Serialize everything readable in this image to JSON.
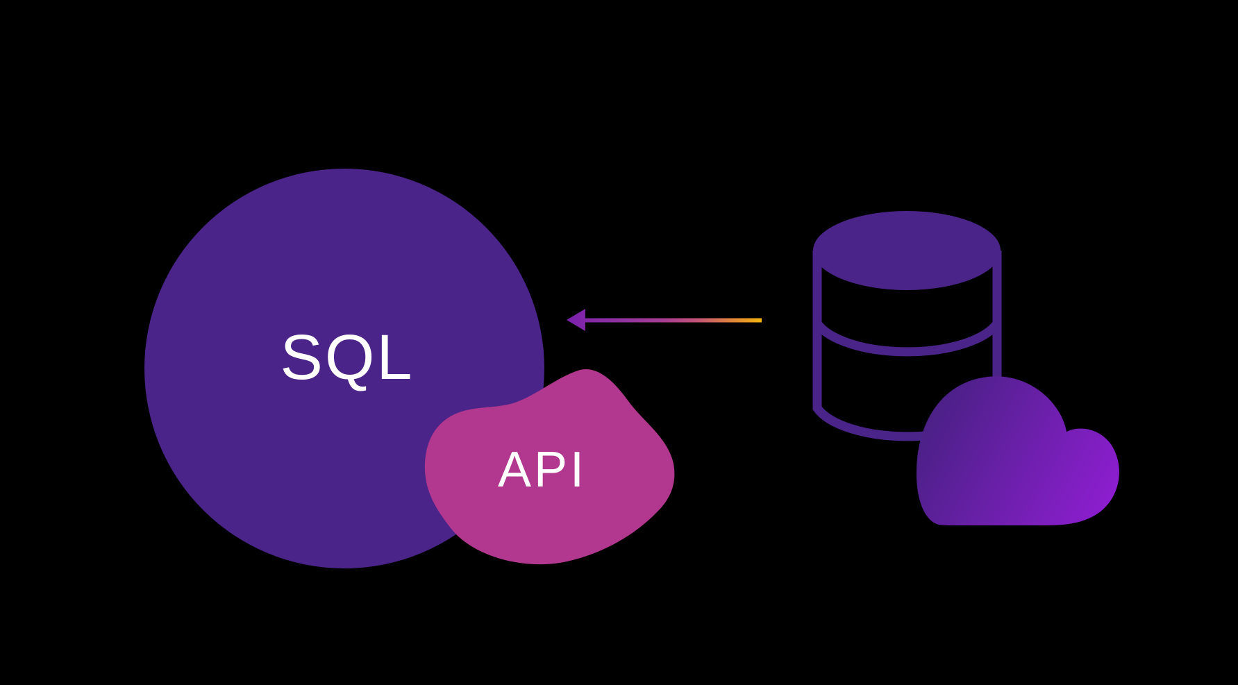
{
  "background_color": "#000000",
  "sql_bubble": {
    "label": "SQL",
    "fill": "#4B2489",
    "text_color": "#FFFFFF"
  },
  "api_blob": {
    "label": "API",
    "fill": "#B2378E",
    "text_color": "#FFFFFF"
  },
  "arrow": {
    "direction": "right-to-left",
    "gradient": {
      "head": "#7A21AC",
      "stop2": "#9333A0",
      "stop3": "#A83D92",
      "stop4": "#C65575",
      "stop5": "#E0823B",
      "tail": "#F2B30F"
    }
  },
  "database_icon": {
    "color": "#4B2489"
  },
  "cloud_icon": {
    "gradient_start": "#452180",
    "gradient_end": "#8E1ED1"
  }
}
